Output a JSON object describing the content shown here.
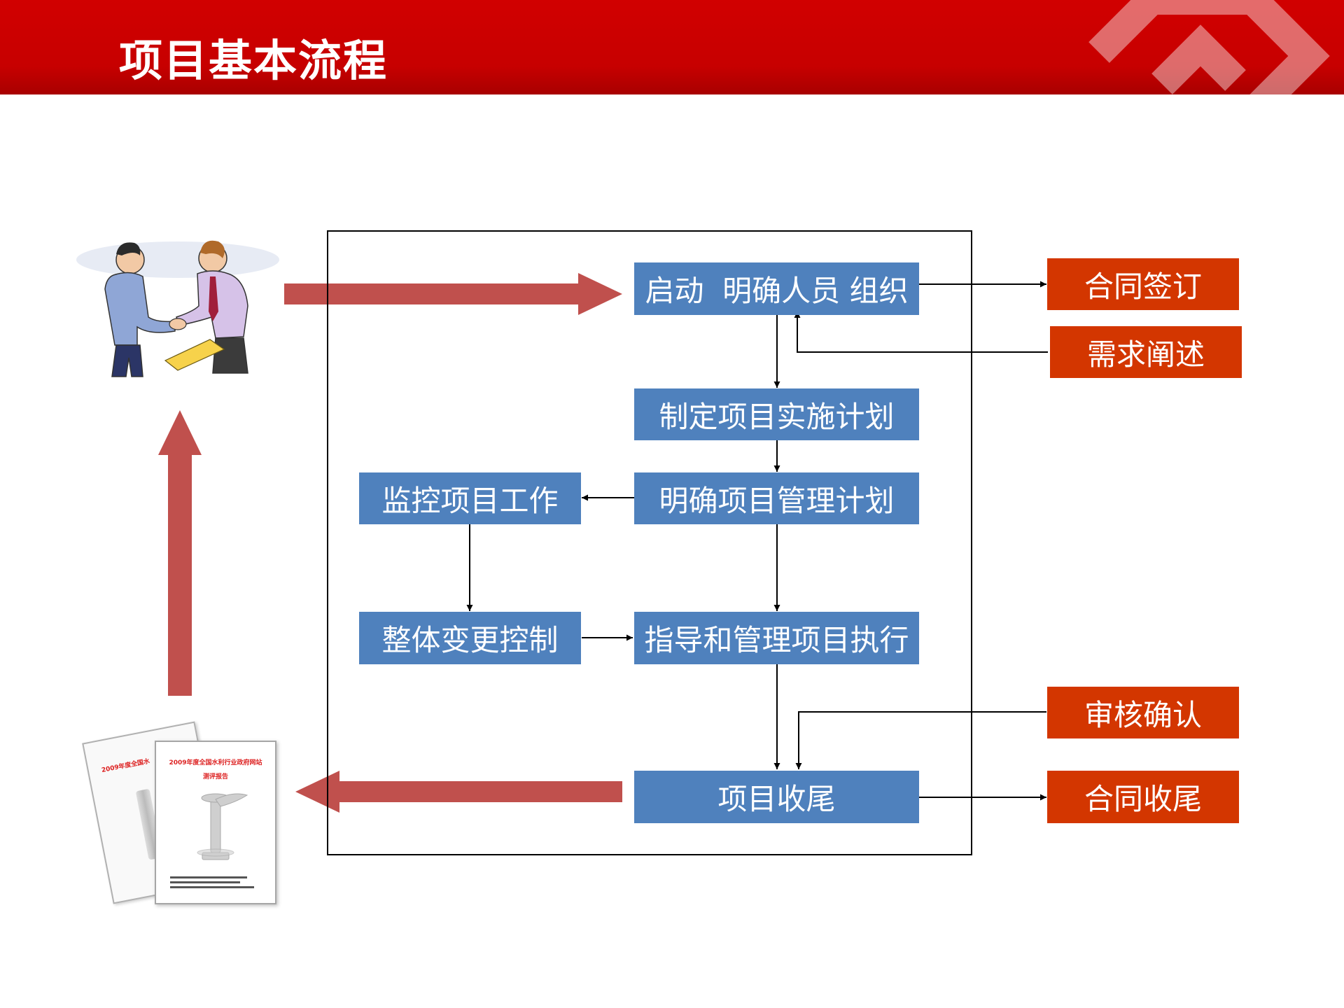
{
  "header": {
    "title": "项目基本流程"
  },
  "colors": {
    "header_red": "#c70000",
    "process_blue": "#4f81bd",
    "side_red": "#d33600",
    "big_arrow": "#c0504d"
  },
  "process_nodes": {
    "start": "启动  明确人员 组织",
    "plan": "制定项目实施计划",
    "mgmt_plan": "明确项目管理计划",
    "monitor": "监控项目工作",
    "change": "整体变更控制",
    "execute": "指导和管理项目执行",
    "close": "项目收尾"
  },
  "side_nodes": {
    "contract_sign": "合同签订",
    "requirement": "需求阐述",
    "review": "审核确认",
    "contract_close": "合同收尾"
  },
  "illustrations": {
    "handshake": "handshake-illustration",
    "report": "report-documents-illustration",
    "report_title_line1": "2009年度全国水利行业政府网站",
    "report_title_line2": "测评报告",
    "report_back_title": "2009年度全国水"
  }
}
